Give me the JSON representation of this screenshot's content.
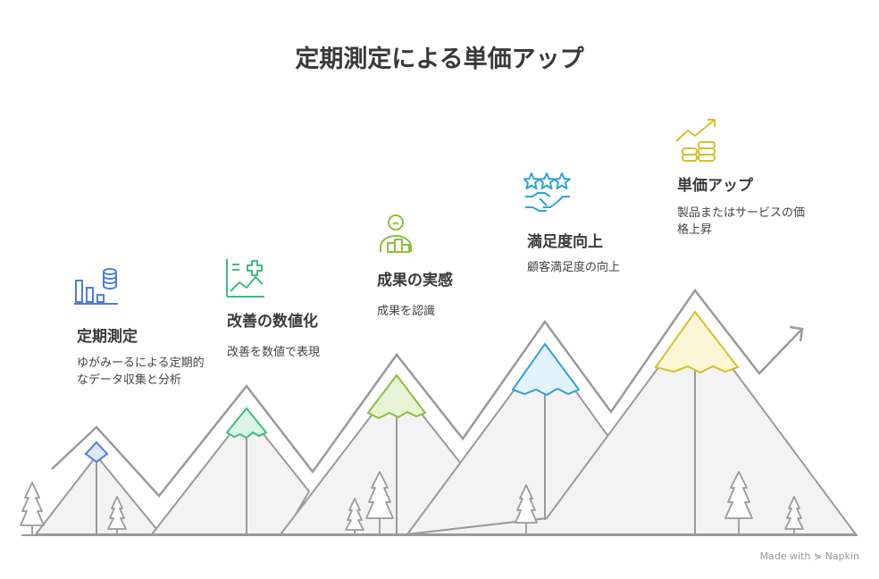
{
  "title": "定期測定による単価アップ",
  "steps": [
    {
      "title": "定期測定",
      "desc": "ゆがみーるによる定期的なデータ収集と分析",
      "color": "#4a7fd8",
      "fill": "#dce8fb",
      "icon": "chart-database-icon"
    },
    {
      "title": "改善の数値化",
      "desc": "改善を数値で表現",
      "color": "#3fbd7c",
      "fill": "#dcf5e7",
      "icon": "medical-chart-icon"
    },
    {
      "title": "成果の実感",
      "desc": "成果を認識",
      "color": "#8cbf3a",
      "fill": "#e8f4d6",
      "icon": "person-podium-icon"
    },
    {
      "title": "満足度向上",
      "desc": "顧客満足度の向上",
      "color": "#2fa3d6",
      "fill": "#e2f3fb",
      "icon": "stars-handshake-icon"
    },
    {
      "title": "単価アップ",
      "desc": "製品またはサービスの価格上昇",
      "color": "#d4c12a",
      "fill": "#fbf7d6",
      "icon": "coins-growth-icon"
    }
  ],
  "footer": "Made with ⋟ Napkin"
}
